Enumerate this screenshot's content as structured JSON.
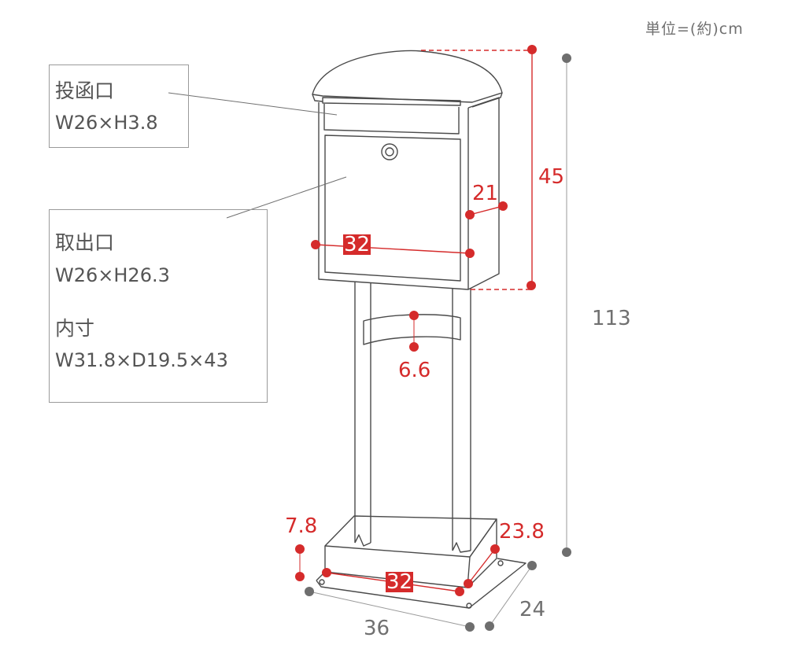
{
  "unit_note": "単位=(約)cm",
  "slot_box": {
    "title": "投函口",
    "size": "W26×H3.8"
  },
  "door_box": {
    "title": "取出口",
    "size": "W26×H26.3",
    "inner_title": "内寸",
    "inner_size": "W31.8×D19.5×43"
  },
  "dims": {
    "box_height": "45",
    "box_depth": "21",
    "box_width": "32",
    "total_height": "113",
    "ring_height": "6.6",
    "base_height": "7.8",
    "base_depth": "23.8",
    "base_width": "32",
    "plate_width": "36",
    "plate_depth": "24"
  },
  "colors": {
    "accent_red": "#d52b2b",
    "dim_gray": "#707070",
    "outline": "#4a4a4a"
  }
}
